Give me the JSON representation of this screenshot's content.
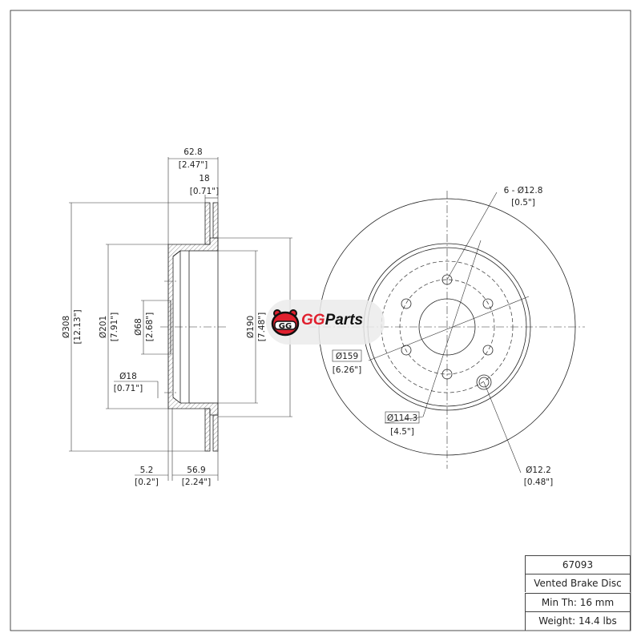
{
  "side_view": {
    "overall_width": {
      "mm": "62.8",
      "in": "[2.47\"]"
    },
    "rotor_thickness": {
      "mm": "18",
      "in": "[0.71\"]"
    },
    "outer_diameter": {
      "mm": "Ø308",
      "in": "[12.13\"]"
    },
    "hat_diameter": {
      "mm": "Ø201",
      "in": "[7.91\"]"
    },
    "center_bore": {
      "mm": "Ø68",
      "in": "[2.68\"]"
    },
    "small_hole": {
      "mm": "Ø18",
      "in": "[0.71\"]"
    },
    "inner_diameter": {
      "mm": "Ø190",
      "in": "[7.48\"]"
    },
    "hat_thickness": {
      "mm": "5.2",
      "in": "[0.2\"]"
    },
    "hat_height": {
      "mm": "56.9",
      "in": "[2.24\"]"
    }
  },
  "front_view": {
    "bolt_holes": {
      "mm": "6 - Ø12.8",
      "in": "[0.5\"]"
    },
    "dashed_circle": {
      "mm": "Ø159",
      "in": "[6.26\"]"
    },
    "bolt_circle": {
      "mm": "Ø114.3",
      "in": "[4.5\"]"
    },
    "locating_hole": {
      "mm": "Ø12.2",
      "in": "[0.48\"]"
    }
  },
  "logo": {
    "text": "GGParts",
    "color": "#e0202e"
  },
  "title_block": {
    "part_number": "67093",
    "description": "Vented Brake Disc",
    "min_thickness": "Min Th: 16 mm",
    "weight": "Weight: 14.4 lbs"
  }
}
